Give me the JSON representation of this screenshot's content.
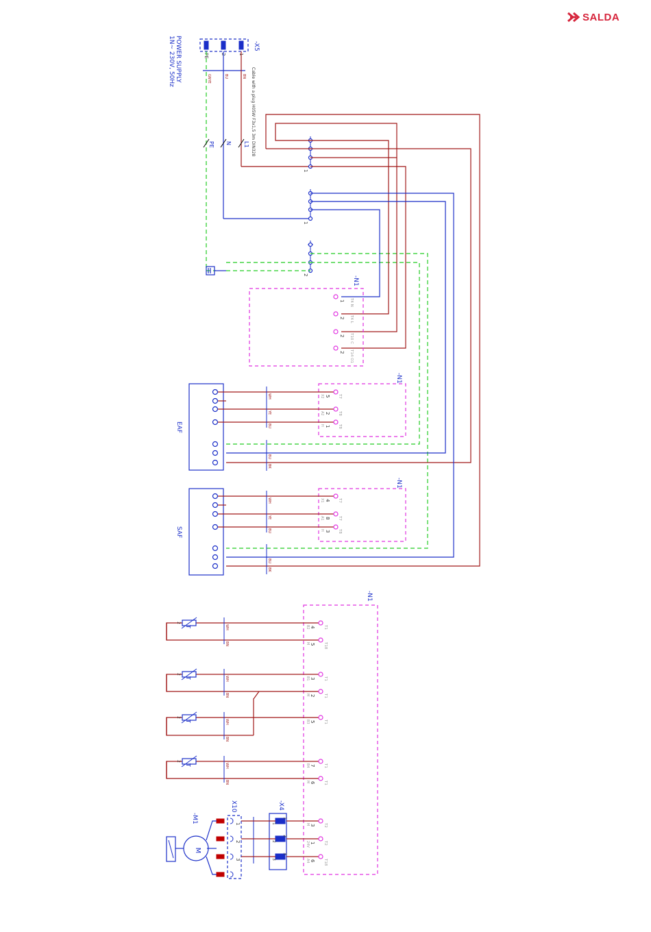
{
  "brand": {
    "name": "SALDA",
    "color": "#d6243b"
  },
  "colors": {
    "red": "#a01818",
    "blue": "#1a2ec8",
    "green": "#22cc22",
    "magenta": "#e030e0",
    "grey": "#999999"
  },
  "supply": {
    "line1": "POWER SUPPLY",
    "line2": "1N~ 230V, 50Hz",
    "cable": "Cable with a plug H05W F3x1,5 3m DIN328",
    "x5": "-X5",
    "pins": [
      "PE",
      "2",
      "1"
    ],
    "wire_colors": [
      "GNYE",
      "BU",
      "BN"
    ],
    "labels": [
      "PE",
      "N",
      "L1"
    ]
  },
  "terminals": {
    "t1": "1",
    "t2": "1",
    "t3": "2"
  },
  "n1_power": {
    "ref": "-N1",
    "pins": [
      {
        "name": "T4 N",
        "num": "1"
      },
      {
        "name": "T4 L",
        "num": "2"
      },
      {
        "name": "T10 C",
        "num": "2"
      },
      {
        "name": "T14 O1",
        "num": "2"
      }
    ]
  },
  "fans": [
    {
      "label": "EAF",
      "ref": "-N1",
      "wires": [
        "WH",
        "YE",
        "BU",
        "BU",
        "BK"
      ],
      "pins": [
        {
          "t": "T7",
          "n": "5",
          "s": "X2"
        },
        {
          "t": "T8",
          "n": "2",
          "s": "A2"
        },
        {
          "t": "T8",
          "n": "1",
          "s": "H"
        }
      ]
    },
    {
      "label": "SAF",
      "ref": "-N1",
      "wires": [
        "WH",
        "YE",
        "BU",
        "BU",
        "BK"
      ],
      "pins": [
        {
          "t": "T7",
          "n": "4",
          "s": "X1"
        },
        {
          "t": "T7",
          "n": "8",
          "s": "A1"
        },
        {
          "t": "T8",
          "n": "3",
          "s": "H"
        }
      ]
    }
  ],
  "sensors": {
    "ref": "-N1",
    "groups": [
      {
        "wires": [
          "WH",
          "BN"
        ],
        "pins": [
          {
            "t": "T1",
            "n": "4",
            "s": "B2"
          },
          {
            "t": "T18",
            "n": "5",
            "s": "M"
          }
        ]
      },
      {
        "wires": [
          "WH",
          "BN"
        ],
        "pins": [
          {
            "t": "T1",
            "n": "3",
            "s": "B1"
          },
          {
            "t": "T1",
            "n": "2",
            "s": "M"
          }
        ]
      },
      {
        "wires": [
          "WH",
          "BN"
        ],
        "pins": [
          {
            "t": "T1",
            "n": "5",
            "s": "B3"
          }
        ]
      },
      {
        "wires": [
          "WH",
          "BN"
        ],
        "pins": [
          {
            "t": "T1",
            "n": "7",
            "s": "B4"
          },
          {
            "t": "T1",
            "n": "6",
            "s": "M"
          }
        ]
      }
    ]
  },
  "motor": {
    "ref": "-M1",
    "symbol": "M",
    "x10": "X10",
    "x4": "-X4",
    "pins": [
      {
        "t": "T2",
        "n": "3",
        "s": "M"
      },
      {
        "t": "T2",
        "n": "1",
        "s": "24V"
      },
      {
        "t": "T18",
        "n": "6",
        "s": "A4"
      }
    ]
  },
  "theta": "T",
  "num2": "2"
}
